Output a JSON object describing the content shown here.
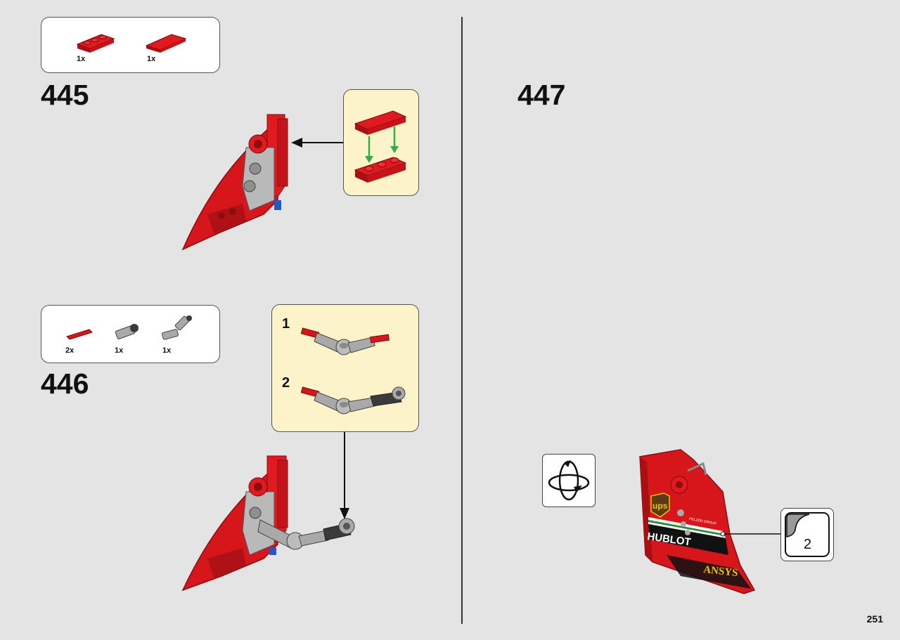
{
  "steps": [
    {
      "number": "445",
      "parts": [
        {
          "name": "red-plate-1x3",
          "qty": "1x"
        },
        {
          "name": "red-tile-1x3",
          "qty": "1x"
        }
      ]
    },
    {
      "number": "446",
      "parts": [
        {
          "name": "red-axle-pin",
          "qty": "2x"
        },
        {
          "name": "gray-connector",
          "qty": "1x"
        },
        {
          "name": "gray-angled-connector",
          "qty": "1x"
        }
      ],
      "substeps": [
        "1",
        "2"
      ]
    },
    {
      "number": "447",
      "sticker": {
        "sheet_number": "2"
      },
      "decal_text": {
        "ups": "ups",
        "pelzer": "PELZER GROUP",
        "hublot": "HUBLOT",
        "ansys": "ANSYS"
      }
    }
  ],
  "page_number": "251",
  "colors": {
    "red": "#d7161b",
    "dark_red": "#9e0f12",
    "gray": "#a9a9a9",
    "dark_gray": "#3a3a3a",
    "callout_bg": "#fdf3c9",
    "green_arrow": "#2fae4b"
  },
  "icons": [
    "rotate-model-icon",
    "sticker-sheet-icon"
  ]
}
